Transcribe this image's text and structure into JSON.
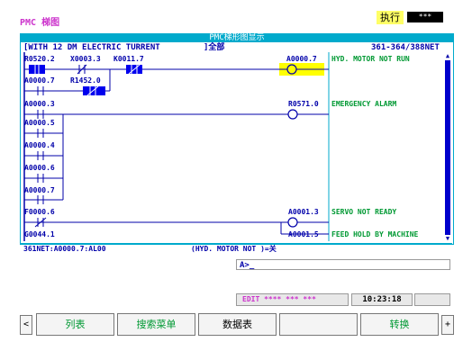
{
  "screen": {
    "title": "PMC 梯图",
    "mode_label": "执行",
    "mode_status": "***"
  },
  "panel": {
    "title": "PMC梯形图显示",
    "header_left": "[WITH 12 DM ELECTRIC TURRENT",
    "header_mid": "]全部",
    "header_right": "361-364/388NET"
  },
  "ladder": {
    "rung1": {
      "contacts": [
        "R0520.2",
        "X0003.3",
        "K0011.7"
      ],
      "branch_contacts": [
        "A0000.7",
        "R1452.0"
      ],
      "coil": "A0000.7",
      "comment": "HYD. MOTOR NOT RUN"
    },
    "rung2": {
      "contacts": [
        "A0000.3",
        "A0000.5",
        "A0000.4",
        "A0000.6",
        "A0000.7"
      ],
      "coil": "R0571.0",
      "comment": "EMERGENCY ALARM"
    },
    "rung3": {
      "contacts": [
        "F0000.6",
        "G0044.1"
      ],
      "coils": [
        "A0001.3",
        "A0001.5"
      ],
      "comments": [
        "SERVO NOT READY",
        "FEED HOLD BY MACHINE"
      ]
    }
  },
  "status_line": {
    "left": "361NET:A0000.7:AL00",
    "right": "(HYD. MOTOR NOT )=关"
  },
  "input": {
    "prompt": "A>_"
  },
  "state": {
    "edit": "EDIT **** *** ***",
    "time": "10:23:18"
  },
  "softkeys": {
    "left_arrow": "<",
    "right_arrow": "+",
    "keys": [
      "列表",
      "搜索菜单",
      "数据表",
      "",
      "转换"
    ]
  },
  "colors": {
    "accent": "#00aacc",
    "address": "#0000aa",
    "comment": "#009933",
    "highlight": "#ffff00",
    "active_contact": "#0000ee"
  }
}
